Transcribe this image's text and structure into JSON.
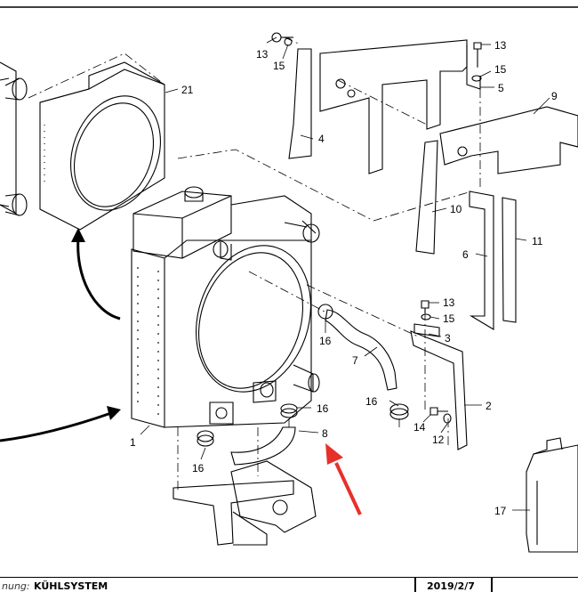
{
  "diagram": {
    "callouts": {
      "c13a": "13",
      "c15a": "15",
      "c13b": "13",
      "c15b": "15",
      "c5": "5",
      "c9": "9",
      "c21": "21",
      "c4": "4",
      "c10": "10",
      "c11": "11",
      "c6": "6",
      "c13c": "13",
      "c15c": "15",
      "c3": "3",
      "c16a": "16",
      "c7": "7",
      "c16b": "16",
      "c16c": "16",
      "c8": "8",
      "c2": "2",
      "c14": "14",
      "c12": "12",
      "c1": "1",
      "c16d": "16",
      "c17": "17"
    },
    "accent_color": "#e8302a"
  },
  "footer": {
    "label": "nung:",
    "title": "KÜHLSYSTEM",
    "date": "2019/2/7"
  }
}
